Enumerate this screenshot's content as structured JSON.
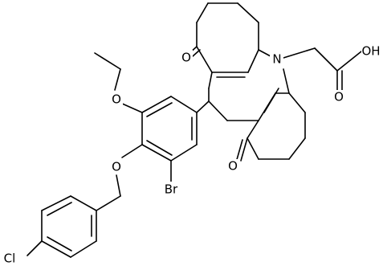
{
  "molecule": {
    "atoms": [
      {
        "id": "N10",
        "label": "N"
      },
      {
        "id": "O_acid",
        "label": "OH"
      },
      {
        "id": "O_carbonyl_acid",
        "label": "O"
      },
      {
        "id": "O_ketone_top",
        "label": "O"
      },
      {
        "id": "O_ketone_bottom",
        "label": "O"
      },
      {
        "id": "O_ethoxy",
        "label": "O"
      },
      {
        "id": "O_benzyloxy",
        "label": "O"
      },
      {
        "id": "Br",
        "label": "Br"
      },
      {
        "id": "Cl",
        "label": "Cl"
      }
    ]
  }
}
